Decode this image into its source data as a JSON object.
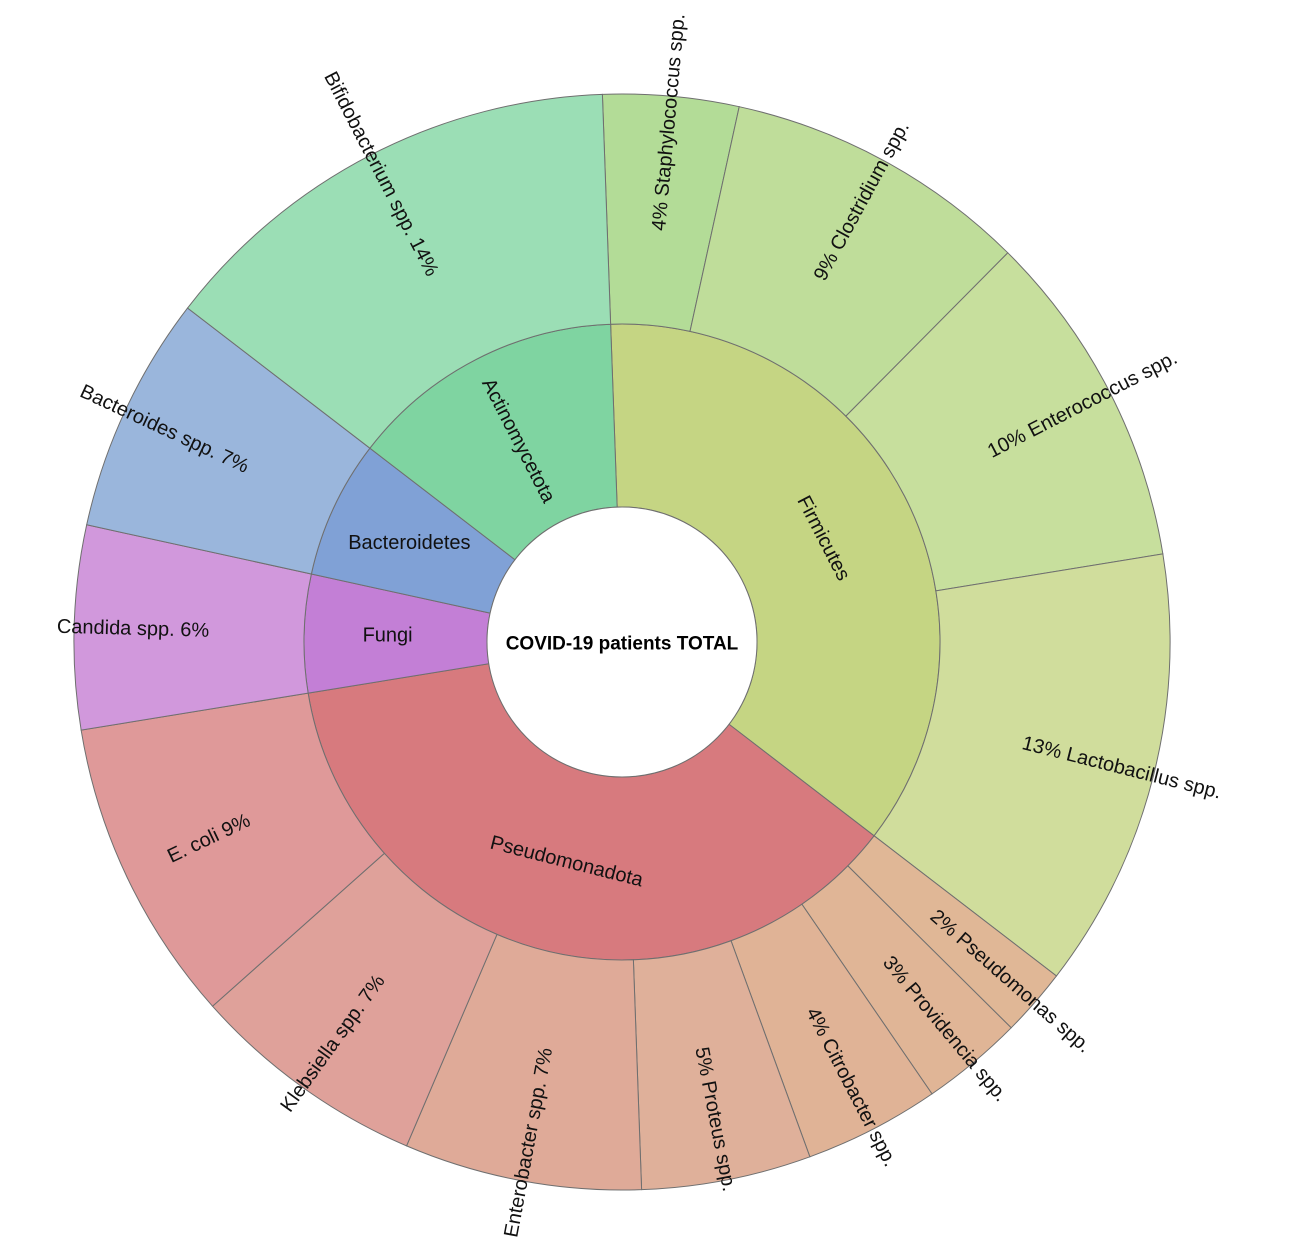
{
  "chart_data": {
    "type": "sunburst",
    "title": "",
    "center_label": "COVID-19 patients TOTAL",
    "groups": [
      {
        "name": "Firmicutes",
        "color": "#c5d583",
        "children": [
          {
            "name": "Staphylococcus spp.",
            "percent_label": "4%",
            "value": 4,
            "color": "#b3dc97"
          },
          {
            "name": "Clostridium spp.",
            "percent_label": "9%",
            "value": 9,
            "color": "#bfdd9a"
          },
          {
            "name": "Enterococcus spp.",
            "percent_label": "10%",
            "value": 10,
            "color": "#c7df9d"
          },
          {
            "name": "Lactobacillus spp.",
            "percent_label": "13%",
            "value": 13,
            "color": "#d0dd9c"
          }
        ]
      },
      {
        "name": "Pseudomonadota",
        "color": "#d77a7e",
        "children": [
          {
            "name": "Pseudomonas spp.",
            "percent_label": "2%",
            "value": 2,
            "color": "#e0b796"
          },
          {
            "name": "Providencia spp.",
            "percent_label": "3%",
            "value": 3,
            "color": "#e0b596"
          },
          {
            "name": "Citrobacter spp.",
            "percent_label": "4%",
            "value": 4,
            "color": "#e0b396"
          },
          {
            "name": "Proteus spp.",
            "percent_label": "5%",
            "value": 5,
            "color": "#dfb09a"
          },
          {
            "name": "Enterobacter spp.",
            "percent_label": "7%",
            "value": 7,
            "color": "#dfaa98"
          },
          {
            "name": "Klebsiella spp.",
            "percent_label": "7%",
            "value": 7,
            "color": "#dfa19a"
          },
          {
            "name": "E. coli",
            "percent_label": "9%",
            "value": 9,
            "color": "#df9999"
          }
        ]
      },
      {
        "name": "Fungi",
        "color": "#c37fd6",
        "children": [
          {
            "name": "Candida spp.",
            "percent_label": "6%",
            "value": 6,
            "color": "#d198dc"
          }
        ]
      },
      {
        "name": "Bacteroidetes",
        "color": "#80a1d6",
        "children": [
          {
            "name": "Bacteroides spp.",
            "percent_label": "7%",
            "value": 7,
            "color": "#9ab6dc"
          }
        ]
      },
      {
        "name": "Actinomycetota",
        "color": "#7fd4a1",
        "children": [
          {
            "name": "Bifidobacterium spp.",
            "percent_label": "14%",
            "value": 14,
            "color": "#9bdeb5"
          }
        ]
      }
    ]
  }
}
